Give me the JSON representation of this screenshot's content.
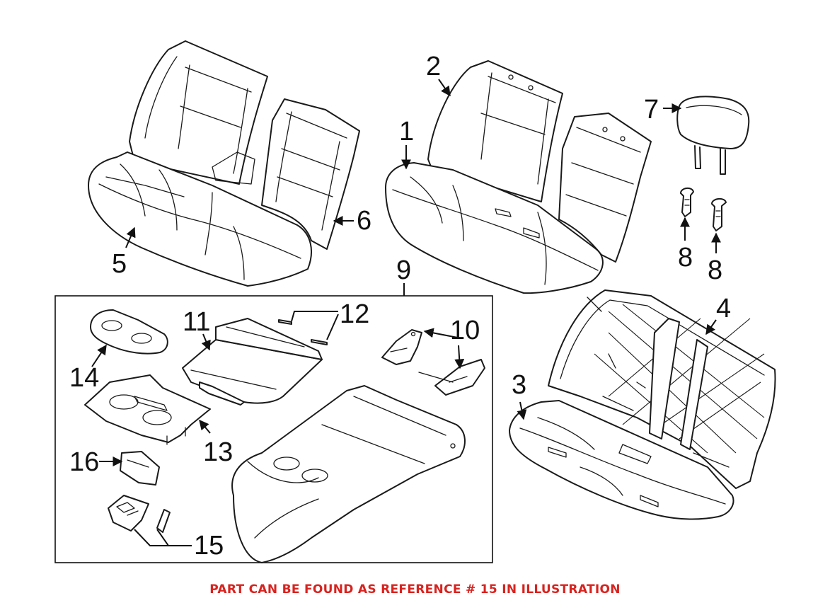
{
  "callouts": {
    "c1": "1",
    "c2": "2",
    "c3": "3",
    "c4": "4",
    "c5": "5",
    "c6": "6",
    "c7": "7",
    "c8a": "8",
    "c8b": "8",
    "c9": "9",
    "c10": "10",
    "c11": "11",
    "c12": "12",
    "c13": "13",
    "c14": "14",
    "c15": "15",
    "c16": "16"
  },
  "caption": {
    "text": "PART CAN BE FOUND AS REFERENCE # 15 IN ILLUSTRATION",
    "color": "#d8231f"
  }
}
